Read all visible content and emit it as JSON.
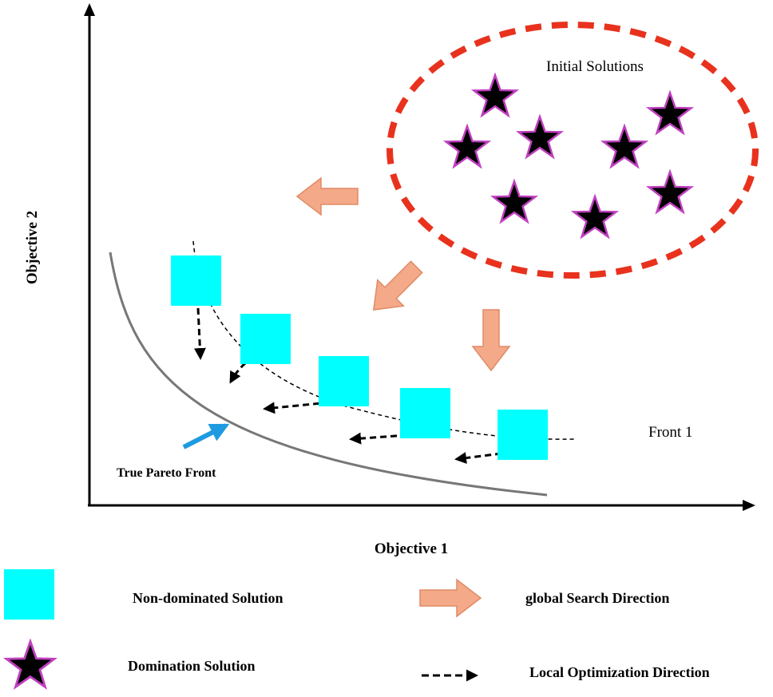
{
  "axes": {
    "x_label": "Objective 1",
    "y_label": "Objective 2"
  },
  "annotations": {
    "initial_solutions": "Initial Solutions",
    "front_1": "Front 1",
    "true_pareto_front": "True Pareto Front"
  },
  "legend": {
    "non_dominated": "Non-dominated Solution",
    "domination": "Domination Solution",
    "global_search": "global Search Direction",
    "local_optimization": "Local Optimization Direction"
  },
  "colors": {
    "square_fill": "#00ffff",
    "star_fill": "#000000",
    "star_outline": "#c040c0",
    "ellipse_dash": "#e8321e",
    "block_arrow_fill": "#f4a988",
    "block_arrow_stroke": "#e08a66",
    "pareto_curve": "#777777",
    "pointer_arrow": "#1e9be0"
  },
  "icons": {
    "square": "cyan-square-icon",
    "star": "black-star-icon",
    "block_arrow": "block-arrow-icon",
    "dashed_arrow": "dashed-arrow-icon"
  }
}
